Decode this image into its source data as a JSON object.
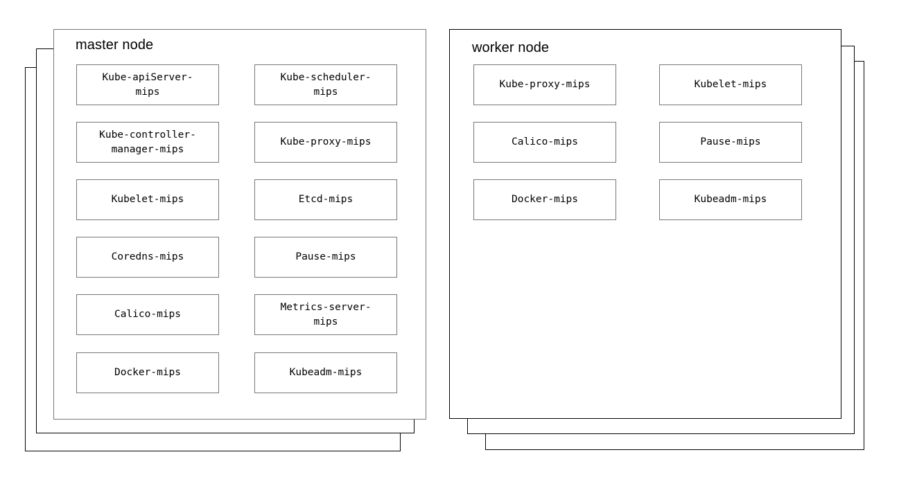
{
  "diagram": {
    "type": "kubernetes-node-components",
    "background_color": "#ffffff",
    "box_border_color": "#777777",
    "card_front_border_color_master": "#777777",
    "card_front_border_color_worker": "#000000",
    "card_back_border_color": "#000000",
    "text_color": "#000000"
  },
  "nodes": [
    {
      "id": "master",
      "title": "master node",
      "stack_direction": "left",
      "layers": 3,
      "columns": 2,
      "rows": 6,
      "components": [
        {
          "label": "Kube-apiServer-\nmips",
          "col": 0,
          "row": 0
        },
        {
          "label": "Kube-scheduler-\nmips",
          "col": 1,
          "row": 0
        },
        {
          "label": "Kube-controller-\nmanager-mips",
          "col": 0,
          "row": 1
        },
        {
          "label": "Kube-proxy-mips",
          "col": 1,
          "row": 1
        },
        {
          "label": "Kubelet-mips",
          "col": 0,
          "row": 2
        },
        {
          "label": "Etcd-mips",
          "col": 1,
          "row": 2
        },
        {
          "label": "Coredns-mips",
          "col": 0,
          "row": 3
        },
        {
          "label": "Pause-mips",
          "col": 1,
          "row": 3
        },
        {
          "label": "Calico-mips",
          "col": 0,
          "row": 4
        },
        {
          "label": "Metrics-server-\nmips",
          "col": 1,
          "row": 4
        },
        {
          "label": "Docker-mips",
          "col": 0,
          "row": 5
        },
        {
          "label": "Kubeadm-mips",
          "col": 1,
          "row": 5
        }
      ]
    },
    {
      "id": "worker",
      "title": "worker node",
      "stack_direction": "right",
      "layers": 3,
      "columns": 2,
      "rows": 3,
      "components": [
        {
          "label": "Kube-proxy-mips",
          "col": 0,
          "row": 0
        },
        {
          "label": "Kubelet-mips",
          "col": 1,
          "row": 0
        },
        {
          "label": "Calico-mips",
          "col": 0,
          "row": 1
        },
        {
          "label": "Pause-mips",
          "col": 1,
          "row": 1
        },
        {
          "label": "Docker-mips",
          "col": 0,
          "row": 2
        },
        {
          "label": "Kubeadm-mips",
          "col": 1,
          "row": 2
        }
      ]
    }
  ]
}
